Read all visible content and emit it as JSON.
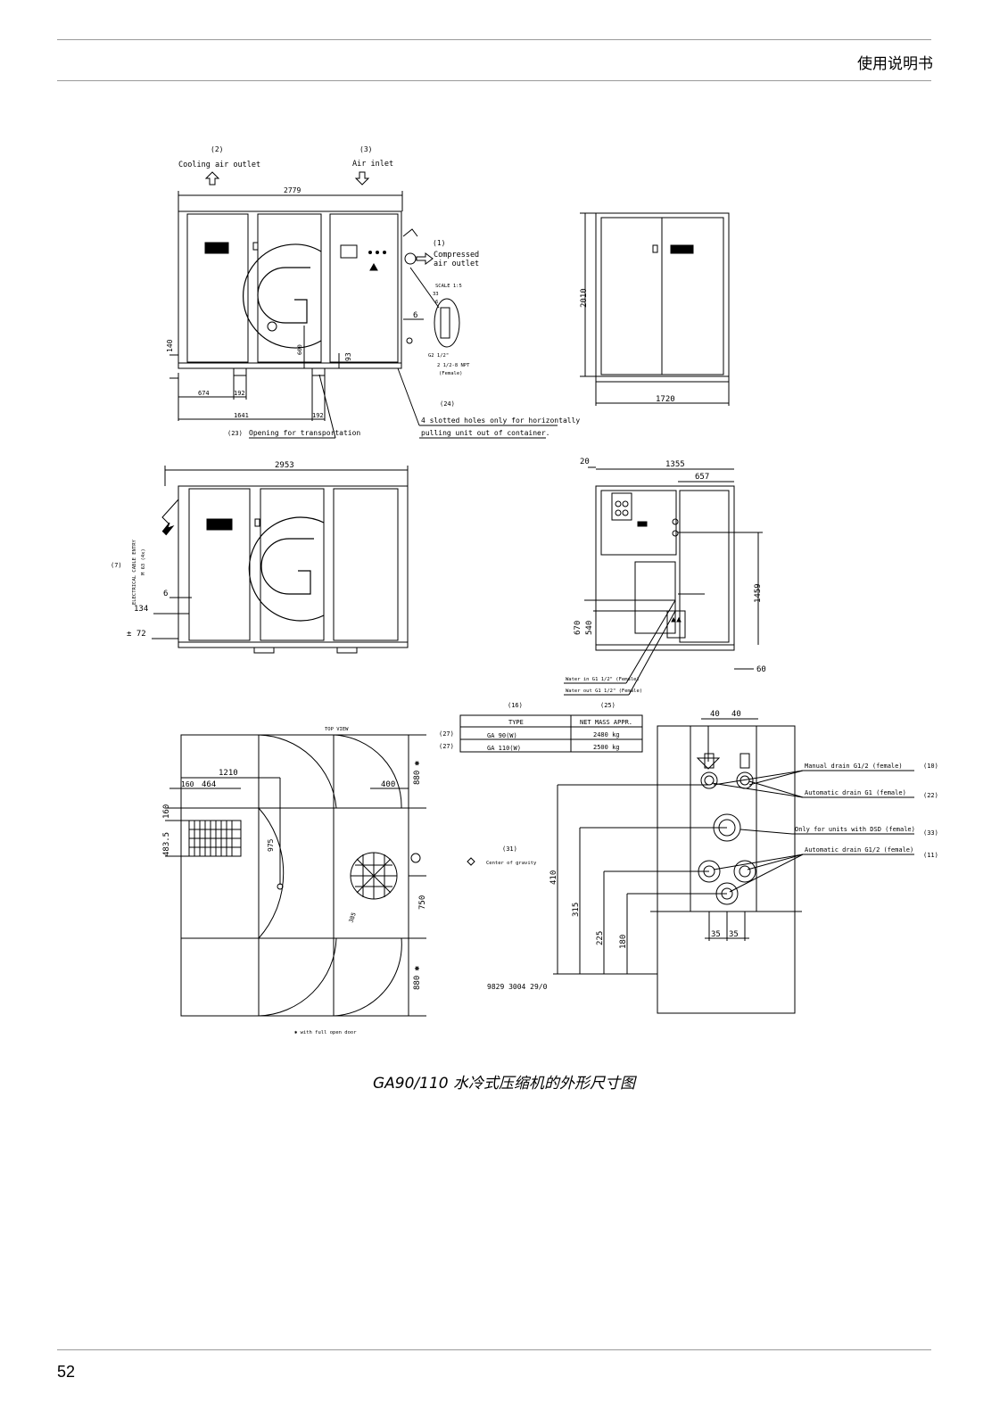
{
  "header": {
    "title": "使用说明书"
  },
  "footer": {
    "page_number": "52"
  },
  "caption": "GA90/110 水冷式压缩机的外形尺寸图",
  "labels": {
    "ref2": "(2)",
    "cooling_air_outlet": "Cooling air outlet",
    "ref3": "(3)",
    "air_inlet": "Air inlet",
    "ref1": "(1)",
    "compressed": "Compressed",
    "air_outlet": "air outlet",
    "scale": "SCALE 1:5",
    "d33": "33",
    "d6a": "6",
    "g2": "G2 1/2\"",
    "npt": "2 1/2-8 NPT",
    "female": "(Female)",
    "ref24": "(24)",
    "slotted1": "4 slotted holes only for horizontally",
    "slotted2": "pulling unit out of container.",
    "ref23": "(23)",
    "opening": "Opening for transportation",
    "ref7": "(7)",
    "cable_entry": "ELECTRICAL CABLE ENTRY",
    "m63": "M 63 (4x)",
    "water_in": "Water in G1 1/2\" (Female)",
    "water_out": "Water out G1 1/2\" (Female)",
    "top_view": "TOP VIEW",
    "with_full_open_door": "✱ with full open door",
    "ref16": "(16)",
    "ref25": "(25)",
    "ref27a": "(27)",
    "ref27b": "(27)",
    "type_header": "TYPE",
    "mass_header": "NET MASS APPR.",
    "type1": "GA 90(W)",
    "mass1": "2480 kg",
    "type2": "GA 110(W)",
    "mass2": "2500 kg",
    "ref31": "(31)",
    "center_of_gravity": "Center of gravity",
    "manual_drain": "Manual drain G1/2 (female)",
    "ref10": "(10)",
    "auto_drain1": "Automatic drain G1 (female)",
    "ref22": "(22)",
    "dsd_only": "Only for units with DSD (female)",
    "ref33": "(33)",
    "auto_drain2": "Automatic drain G1/2 (female)",
    "ref11": "(11)",
    "drawing_no": "9829 3004 29/0"
  },
  "dims": {
    "d2779": "2779",
    "d2010": "2010",
    "d1720": "1720",
    "d140": "140",
    "d600": "600",
    "d93": "93",
    "d6b": "6",
    "d674": "674",
    "d192a": "192",
    "d1641": "1641",
    "d192b": "192",
    "d2953": "2953",
    "d6c": "6",
    "d134": "134",
    "d72": "± 72",
    "d20": "20",
    "d1355": "1355",
    "d657": "657",
    "d1459": "1459",
    "d670": "670",
    "d540": "540",
    "d60": "60",
    "d1210": "1210",
    "d160a": "160",
    "d464": "464",
    "d400": "400",
    "d880a": "880 ✱",
    "d160b": "160",
    "d483": "483.5",
    "d975": "975",
    "d750": "750",
    "d385": "385",
    "d880b": "880 ✱",
    "d40a": "40",
    "d40b": "40",
    "d410": "410",
    "d315": "315",
    "d225": "225",
    "d180": "180",
    "d35a": "35",
    "d35b": "35"
  }
}
